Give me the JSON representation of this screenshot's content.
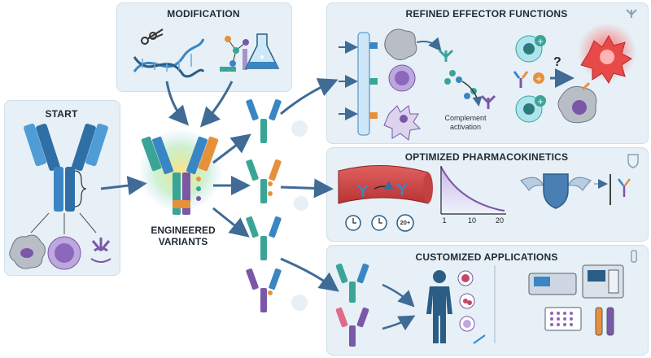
{
  "start": {
    "title": "START"
  },
  "modification": {
    "title": "MODIFICATION"
  },
  "center": {
    "line1": "ENGINEERED",
    "line2": "VARIANTS"
  },
  "effector": {
    "title": "REFINED EFFECTOR FUNCTIONS",
    "complement_line1": "Complement",
    "complement_line2": "activation",
    "question": "?"
  },
  "pk": {
    "title": "OPTIMIZED PHARMACOKINETICS",
    "badge": "20+",
    "ticks": [
      "1",
      "10",
      "20"
    ]
  },
  "apps": {
    "title": "CUSTOMIZED APPLICATIONS"
  },
  "colors": {
    "panel": "#e6f0f6",
    "arrow": "#3f6b95",
    "blue": "#3a86c4",
    "teal": "#3aa597",
    "purple": "#7b57a8",
    "orange": "#e6913a"
  }
}
